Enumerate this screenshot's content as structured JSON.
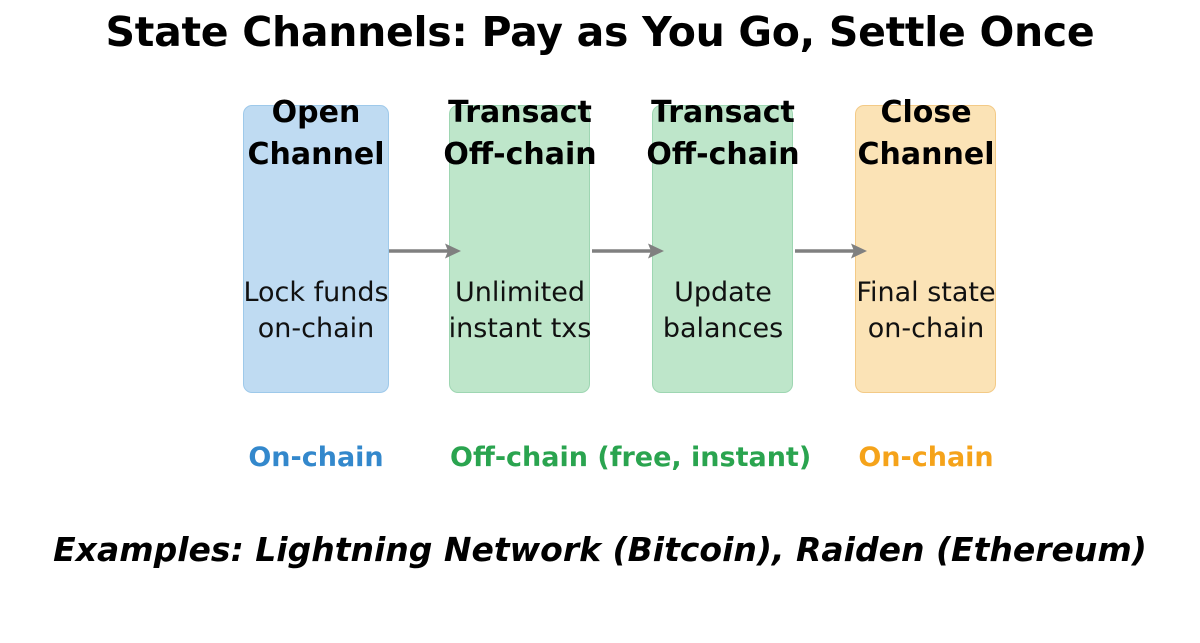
{
  "title": "State Channels: Pay as You Go, Settle Once",
  "colors": {
    "blue_fill": "#bfdbf2",
    "blue_border": "#9ec9ea",
    "green_fill": "#bee6ca",
    "green_border": "#9ed6b2",
    "orange_fill": "#fbe3b6",
    "orange_border": "#f3ca87",
    "arrow": "#808080",
    "legend_blue": "#3388cc",
    "legend_green": "#2aa44f",
    "legend_orange": "#f5a31a",
    "text": "#000000"
  },
  "steps": [
    {
      "heading": "Open\nChannel",
      "heading_line1": "Open",
      "heading_line2": "Channel",
      "body_line1": "Lock funds",
      "body_line2": "on-chain",
      "color": "blue"
    },
    {
      "heading": "Transact\nOff-chain",
      "heading_line1": "Transact",
      "heading_line2": "Off-chain",
      "body_line1": "Unlimited",
      "body_line2": "instant txs",
      "color": "green"
    },
    {
      "heading": "Transact\nOff-chain",
      "heading_line1": "Transact",
      "heading_line2": "Off-chain",
      "body_line1": "Update",
      "body_line2": "balances",
      "color": "green"
    },
    {
      "heading": "Close\nChannel",
      "heading_line1": "Close",
      "heading_line2": "Channel",
      "body_line1": "Final state",
      "body_line2": "on-chain",
      "color": "orange"
    }
  ],
  "arrows": [
    {
      "name": "arrow-1-2"
    },
    {
      "name": "arrow-2-3"
    },
    {
      "name": "arrow-3-4"
    }
  ],
  "legend": [
    {
      "label": "On-chain",
      "color": "#3388cc"
    },
    {
      "label": "Off-chain (free, instant)",
      "color": "#2aa44f"
    },
    {
      "label": "On-chain",
      "color": "#f5a31a"
    }
  ],
  "examples": "Examples: Lightning Network (Bitcoin), Raiden (Ethereum)"
}
